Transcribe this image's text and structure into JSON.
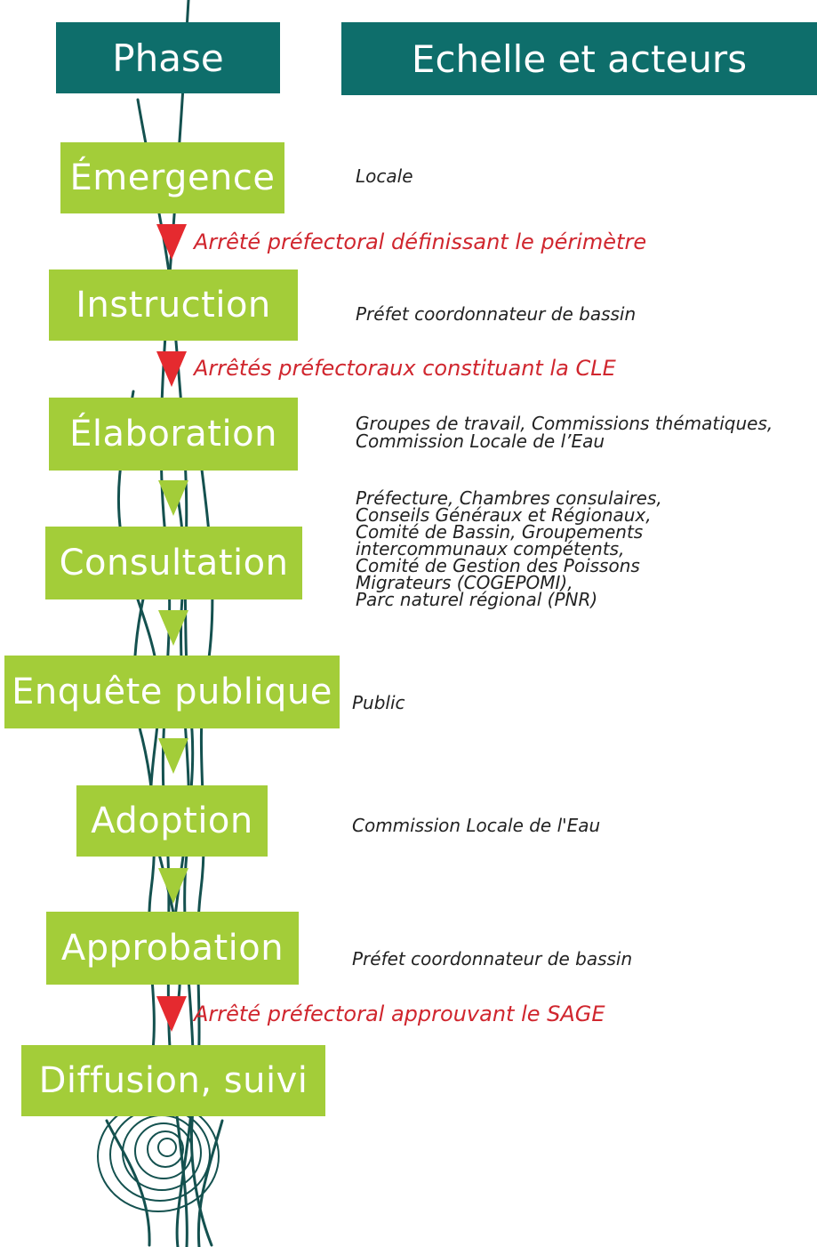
{
  "headers": {
    "phase": "Phase",
    "actors": "Echelle et acteurs"
  },
  "colors": {
    "header_bg": "#0e6e6b",
    "phase_bg": "#a3cd39",
    "transition_text": "#d0262e",
    "arrow_red": "#e52a2f",
    "arrow_green": "#a3cd39",
    "strand": "#14514f"
  },
  "phases": [
    {
      "label": "Émergence",
      "actors": "Locale"
    },
    {
      "label": "Instruction",
      "actors": "Préfet coordonnateur de bassin"
    },
    {
      "label": "Élaboration",
      "actors": "Groupes de travail, Commissions thématiques,\nCommission Locale de l’Eau"
    },
    {
      "label": "Consultation",
      "actors": "Préfecture, Chambres consulaires,\nConseils Généraux et Régionaux,\nComité de Bassin, Groupements\nintercommunaux compétents,\nComité de Gestion des Poissons\nMigrateurs (COGEPOMI),\nParc naturel régional (PNR)"
    },
    {
      "label": "Enquête publique",
      "actors": "Public"
    },
    {
      "label": "Adoption",
      "actors": "Commission Locale de l'Eau"
    },
    {
      "label": "Approbation",
      "actors": "Préfet coordonnateur de bassin"
    },
    {
      "label": "Diffusion, suivi",
      "actors": ""
    }
  ],
  "transitions": [
    {
      "text": "Arrêté préfectoral définissant le périmètre",
      "arrow": "red"
    },
    {
      "text": "Arrêtés préfectoraux constituant la CLE",
      "arrow": "red"
    },
    {
      "text": "",
      "arrow": "green"
    },
    {
      "text": "",
      "arrow": "green"
    },
    {
      "text": "",
      "arrow": "green"
    },
    {
      "text": "",
      "arrow": "green"
    },
    {
      "text": "Arrêté préfectoral approuvant le SAGE",
      "arrow": "red"
    }
  ]
}
